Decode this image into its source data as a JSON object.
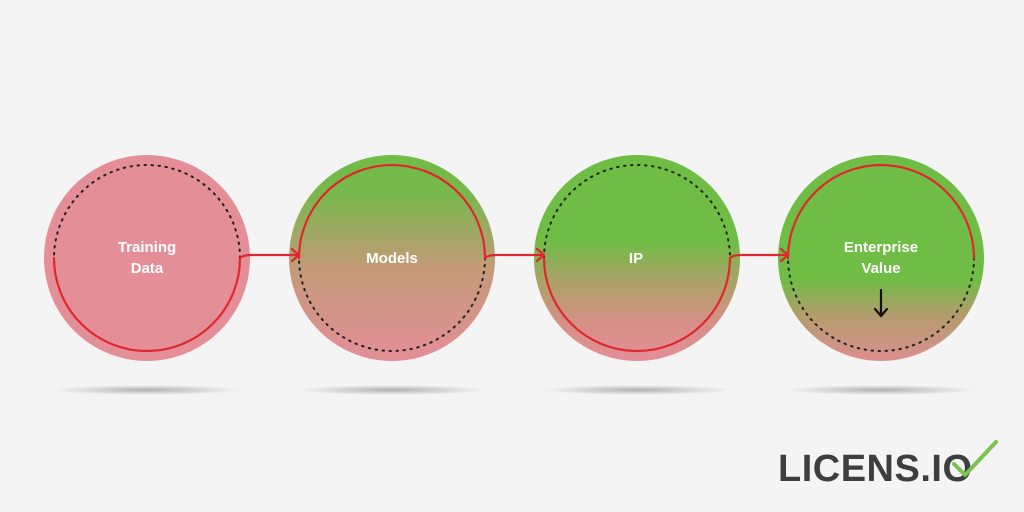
{
  "diagram": {
    "stages": [
      {
        "id": "training-data",
        "label": "Training\nData"
      },
      {
        "id": "models",
        "label": "Models"
      },
      {
        "id": "ip",
        "label": "IP"
      },
      {
        "id": "enterprise-value",
        "label": "Enterprise\nValue"
      }
    ]
  },
  "colors": {
    "pink": "#e48e98",
    "green": "#6fbd45",
    "flow_red": "#e0262e",
    "dotted": "#222222",
    "logo_text": "#3e3e3e",
    "logo_check": "#7cc24e"
  },
  "logo": {
    "text": "LICENS.IO"
  }
}
